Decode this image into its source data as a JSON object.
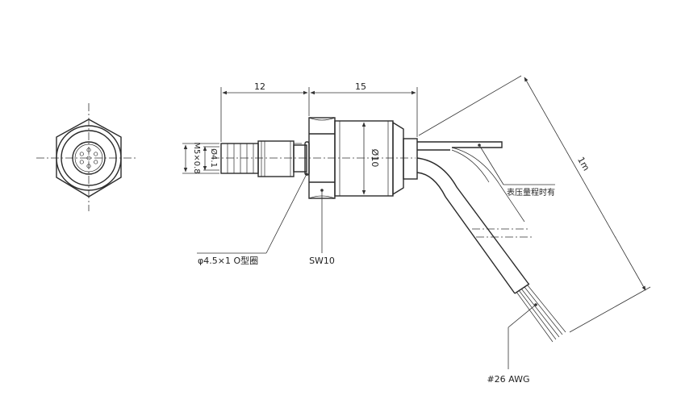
{
  "labels": {
    "dim_12": "12",
    "dim_15": "15",
    "dim_1m": "1m",
    "dim_m5": "M5×0.8",
    "dim_d41": "Ø4.1",
    "dim_d10": "Ø10",
    "oring": "φ4.5×1 O型圈",
    "sw10": "SW10",
    "gauge_note": "表压量程时有",
    "awg": "#26 AWG"
  },
  "colors": {
    "line": "#2a2a2a",
    "background": "#ffffff"
  }
}
